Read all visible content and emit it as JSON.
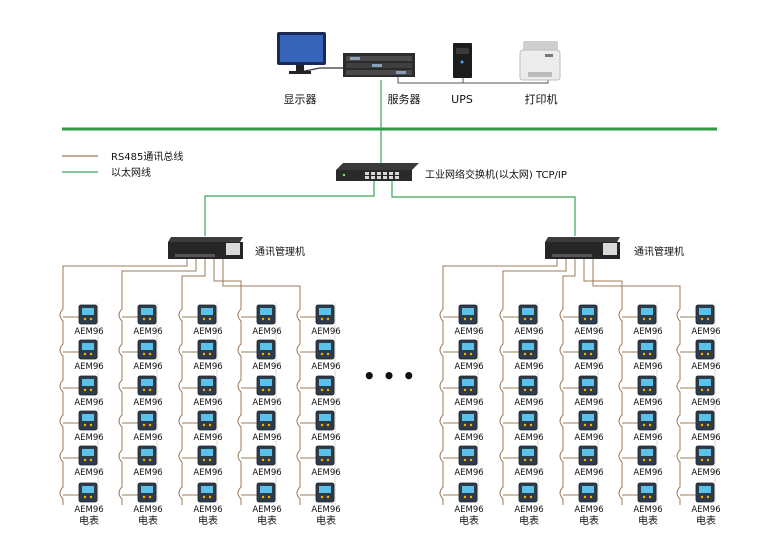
{
  "top_devices": {
    "monitor_label": "显示器",
    "server_label": "服务器",
    "ups_label": "UPS",
    "printer_label": "打印机"
  },
  "legend": {
    "rs485_label": "RS485通讯总线",
    "ethernet_label": "以太网线"
  },
  "switch": {
    "label": "工业网络交换机(以太网) TCP/IP"
  },
  "gateways": [
    {
      "label": "通讯管理机"
    },
    {
      "label": "通讯管理机"
    }
  ],
  "meter": {
    "model": "AEM96",
    "bottom_label": "电表"
  },
  "ellipsis": "• • •",
  "colors": {
    "ethernet": "#3aa35a",
    "rs485": "#9b7b5b",
    "backbone": "#2f9a44"
  },
  "icons": {
    "monitor": "monitor-icon",
    "server": "server-icon",
    "ups": "ups-icon",
    "printer": "printer-icon",
    "switch": "network-switch-icon",
    "gateway": "gateway-icon",
    "meter": "power-meter-icon"
  }
}
